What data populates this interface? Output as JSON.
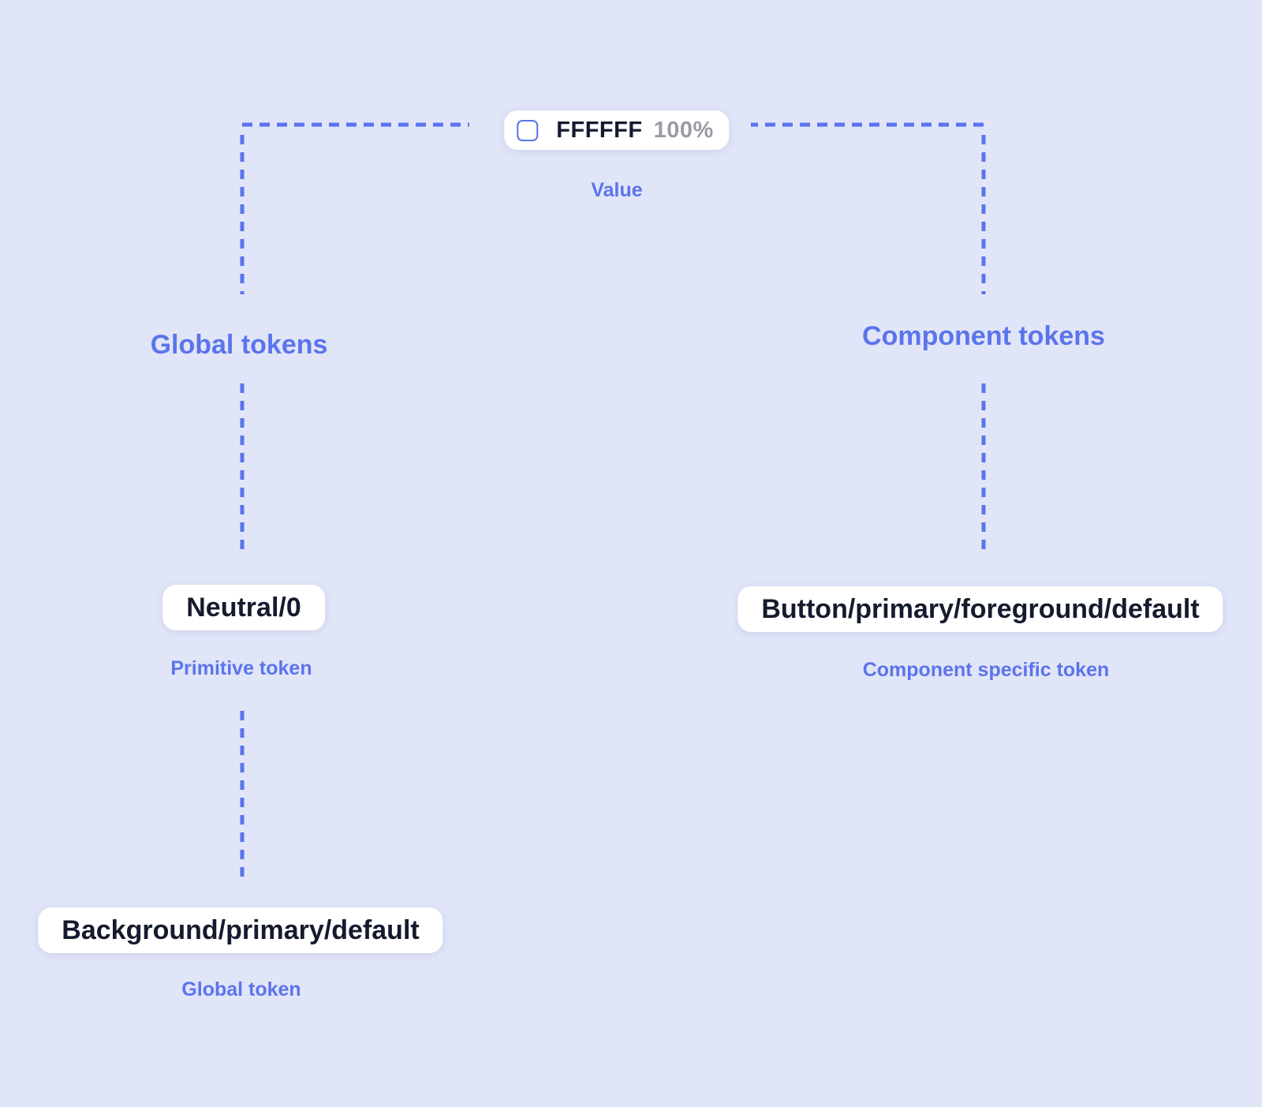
{
  "colors": {
    "background": "#e1e5f8",
    "accent_blue": "#5b74ec",
    "dark_text": "#151a2e",
    "muted_gray": "#9a9ba4",
    "pill_white": "#ffffff"
  },
  "value_card": {
    "hex": "FFFFFF",
    "opacity": "100%",
    "caption": "Value",
    "swatch_icon": "color-swatch-icon"
  },
  "left_branch": {
    "heading": "Global tokens",
    "nodes": [
      {
        "pill": "Neutral/0",
        "caption": "Primitive token"
      },
      {
        "pill": "Background/primary/default",
        "caption": "Global token"
      }
    ]
  },
  "right_branch": {
    "heading": "Component tokens",
    "nodes": [
      {
        "pill": "Button/primary/foreground/default",
        "caption": "Component specific token"
      }
    ]
  }
}
